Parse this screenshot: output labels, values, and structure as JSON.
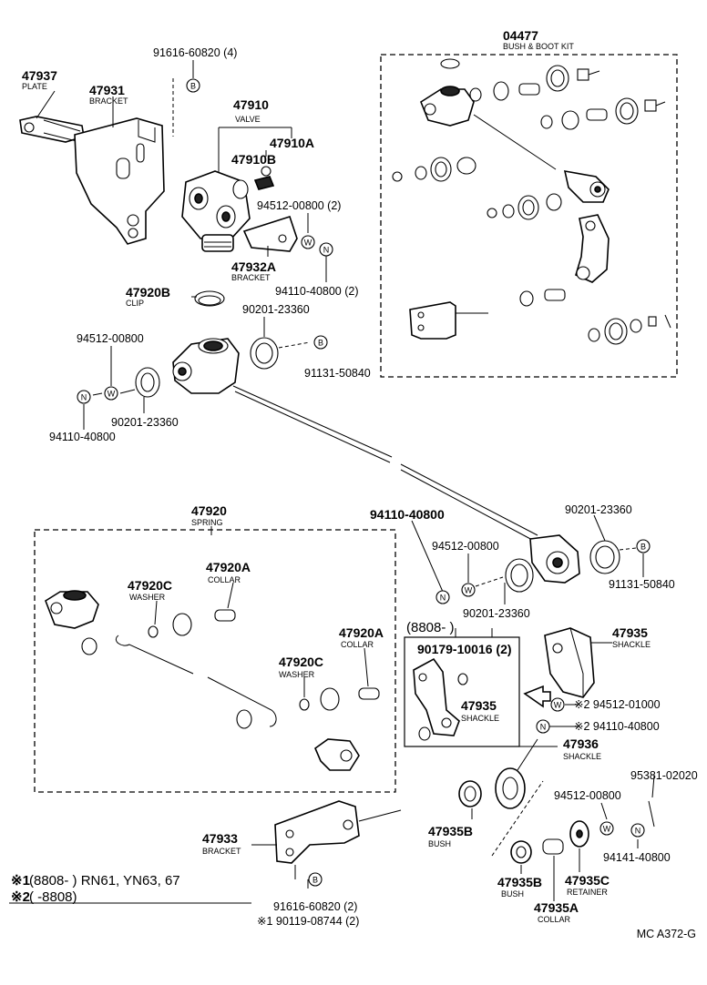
{
  "kit": {
    "number": "04477",
    "desc": "BUSH & BOOT KIT"
  },
  "parts": {
    "p47937": {
      "number": "47937",
      "desc": "PLATE"
    },
    "p47931": {
      "number": "47931",
      "desc": "BRACKET"
    },
    "p91616_top": {
      "number": "91616-60820 (4)"
    },
    "p47910": {
      "number": "47910",
      "desc": "VALVE"
    },
    "p47910A": {
      "number": "47910A"
    },
    "p47910B": {
      "number": "47910B"
    },
    "p94512_2": {
      "number": "94512-00800 (2)"
    },
    "p47932A": {
      "number": "47932A",
      "desc": "BRACKET"
    },
    "p94110_2": {
      "number": "94110-40800 (2)"
    },
    "p47920B": {
      "number": "47920B",
      "desc": "CLIP"
    },
    "p90201_a": {
      "number": "90201-23360"
    },
    "p91131_a": {
      "number": "91131-50840"
    },
    "p94512_a": {
      "number": "94512-00800"
    },
    "p90201_b": {
      "number": "90201-23360"
    },
    "p94110_a": {
      "number": "94110-40800"
    },
    "p47920": {
      "number": "47920",
      "desc": "SPRING"
    },
    "p47920A_1": {
      "number": "47920A",
      "desc": "COLLAR"
    },
    "p47920C_1": {
      "number": "47920C",
      "desc": "WASHER"
    },
    "p47920A_2": {
      "number": "47920A",
      "desc": "COLLAR"
    },
    "p47920C_2": {
      "number": "47920C",
      "desc": "WASHER"
    },
    "p94110_b": {
      "number": "94110-40800"
    },
    "p94512_b": {
      "number": "94512-00800"
    },
    "p90201_c": {
      "number": "90201-23360"
    },
    "p90201_d": {
      "number": "90201-23360"
    },
    "p91131_b": {
      "number": "91131-50840"
    },
    "p8808": {
      "number": "(8808-          )"
    },
    "p90179": {
      "number": "90179-10016 (2)"
    },
    "p47935_inner": {
      "number": "47935",
      "desc": "SHACKLE"
    },
    "p47935": {
      "number": "47935",
      "desc": "SHACKLE"
    },
    "p94512_star": {
      "number": "※2 94512-01000"
    },
    "p94110_star": {
      "number": "※2 94110-40800"
    },
    "p47936": {
      "number": "47936",
      "desc": "SHACKLE"
    },
    "p95381": {
      "number": "95381-02020"
    },
    "p94512_c": {
      "number": "94512-00800"
    },
    "p94141": {
      "number": "94141-40800"
    },
    "p47935B_1": {
      "number": "47935B",
      "desc": "BUSH"
    },
    "p47935B_2": {
      "number": "47935B",
      "desc": "BUSH"
    },
    "p47935C": {
      "number": "47935C",
      "desc": "RETAINER"
    },
    "p47935A": {
      "number": "47935A",
      "desc": "COLLAR"
    },
    "p47933": {
      "number": "47933",
      "desc": "BRACKET"
    },
    "p91616_bot": {
      "number": "91616-60820 (2)"
    },
    "p90119": {
      "number": "※1 90119-08744 (2)"
    }
  },
  "notes": {
    "n1_mark": "※1",
    "n1_text": "(8808-          ) RN61, YN63, 67",
    "n2_mark": "※2",
    "n2_text": "(          -8808)"
  },
  "fastener_symbols": {
    "bolt": "B",
    "nut": "N",
    "washer": "W"
  },
  "diagram_code": "MC A372-G"
}
